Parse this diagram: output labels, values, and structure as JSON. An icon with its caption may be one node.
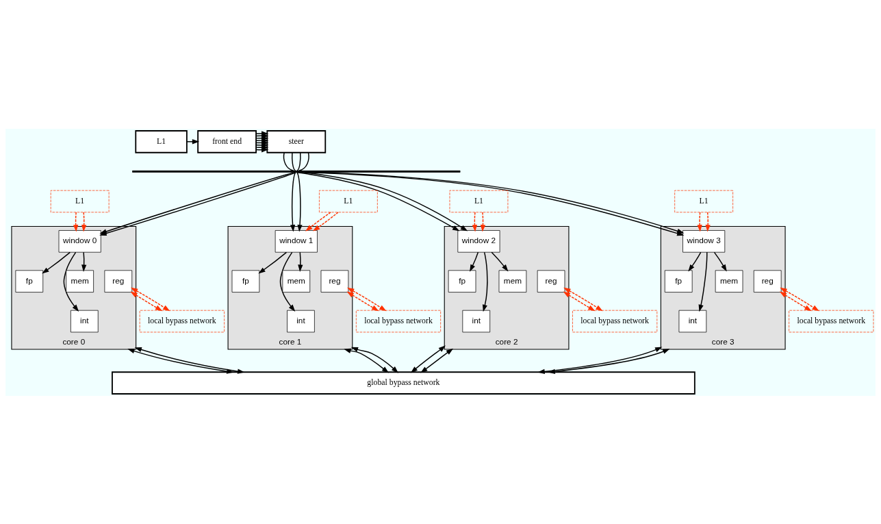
{
  "diagram": {
    "nodes": [
      {
        "text": [
          "L1"
        ]
      },
      {
        "text": [
          "front end"
        ]
      },
      {
        "text": [
          "steer"
        ]
      },
      {
        "text": [],
        "shape": "bar"
      },
      {
        "text": [
          "L1"
        ]
      },
      {
        "text": [
          "L1"
        ]
      },
      {
        "text": [
          "L1"
        ]
      },
      {
        "text": [
          "L1"
        ]
      },
      {
        "text": [
          "core 0"
        ]
      },
      {
        "text": [
          "window 0"
        ],
        "in": 8
      },
      {
        "text": [
          "fp"
        ],
        "in": 8
      },
      {
        "text": [
          "int"
        ],
        "in": 8
      },
      {
        "text": [
          "mem"
        ],
        "in": 8
      },
      {
        "text": [
          "reg"
        ],
        "in": 8
      },
      {
        "text": [
          "core 1"
        ]
      },
      {
        "text": [
          "window 1"
        ],
        "in": 14
      },
      {
        "text": [
          "fp"
        ],
        "in": 14
      },
      {
        "text": [
          "int"
        ],
        "in": 14
      },
      {
        "text": [
          "mem"
        ],
        "in": 14
      },
      {
        "text": [
          "reg"
        ],
        "in": 14
      },
      {
        "text": [
          "core 2"
        ]
      },
      {
        "text": [
          "window 2"
        ],
        "in": 20
      },
      {
        "text": [
          "fp"
        ],
        "in": 20
      },
      {
        "text": [
          "int"
        ],
        "in": 20
      },
      {
        "text": [
          "mem"
        ],
        "in": 20
      },
      {
        "text": [
          "reg"
        ],
        "in": 20
      },
      {
        "text": [
          "core 3"
        ]
      },
      {
        "text": [
          "window 3"
        ],
        "in": 26
      },
      {
        "text": [
          "fp"
        ],
        "in": 26
      },
      {
        "text": [
          "int"
        ],
        "in": 26
      },
      {
        "text": [
          "mem"
        ],
        "in": 26
      },
      {
        "text": [
          "reg"
        ],
        "in": 26
      },
      {
        "text": [
          "local bypass network"
        ]
      },
      {
        "text": [
          "local bypass network"
        ]
      },
      {
        "text": [
          "local bypass network"
        ]
      },
      {
        "text": [
          "local bypass network"
        ]
      },
      {
        "text": [
          "global bypass network"
        ]
      }
    ],
    "edges": [
      {
        "from": 0,
        "to": 1,
        "arrow": "to"
      },
      {
        "from": 1,
        "to": 2,
        "arrow": "to"
      },
      {
        "from": 1,
        "to": 2,
        "arrow": "to"
      },
      {
        "from": 1,
        "to": 2,
        "arrow": "to"
      },
      {
        "from": 1,
        "to": 2,
        "arrow": "to"
      },
      {
        "from": 1,
        "to": 2,
        "arrow": "to"
      },
      {
        "from": 1,
        "to": 2,
        "arrow": "to"
      },
      {
        "from": 1,
        "to": 2,
        "arrow": "to"
      },
      {
        "from": 1,
        "to": 2,
        "arrow": "to"
      },
      {
        "from": 2,
        "to": 3,
        "arrow": "none"
      },
      {
        "from": 2,
        "to": 3,
        "arrow": "none"
      },
      {
        "from": 2,
        "to": 3,
        "arrow": "none"
      },
      {
        "from": 2,
        "to": 3,
        "arrow": "none"
      },
      {
        "from": 3,
        "to": 9,
        "arrow": "to"
      },
      {
        "from": 3,
        "to": 9,
        "arrow": "to"
      },
      {
        "from": 4,
        "to": 9,
        "arrow": "to",
        "style": "dashed",
        "color": "#ff3300"
      },
      {
        "from": 4,
        "to": 9,
        "arrow": "to",
        "style": "dashed",
        "color": "#ff3300"
      },
      {
        "from": 9,
        "to": 10,
        "arrow": "to"
      },
      {
        "from": 9,
        "to": 11,
        "arrow": "to"
      },
      {
        "from": 9,
        "to": 12,
        "arrow": "to"
      },
      {
        "from": 3,
        "to": 15,
        "arrow": "to"
      },
      {
        "from": 3,
        "to": 15,
        "arrow": "to"
      },
      {
        "from": 5,
        "to": 15,
        "arrow": "to",
        "style": "dashed",
        "color": "#ff3300"
      },
      {
        "from": 5,
        "to": 15,
        "arrow": "to",
        "style": "dashed",
        "color": "#ff3300"
      },
      {
        "from": 15,
        "to": 16,
        "arrow": "to"
      },
      {
        "from": 15,
        "to": 17,
        "arrow": "to"
      },
      {
        "from": 15,
        "to": 18,
        "arrow": "to"
      },
      {
        "from": 3,
        "to": 21,
        "arrow": "to"
      },
      {
        "from": 3,
        "to": 21,
        "arrow": "to"
      },
      {
        "from": 6,
        "to": 21,
        "arrow": "to",
        "style": "dashed",
        "color": "#ff3300"
      },
      {
        "from": 6,
        "to": 21,
        "arrow": "to",
        "style": "dashed",
        "color": "#ff3300"
      },
      {
        "from": 21,
        "to": 22,
        "arrow": "to"
      },
      {
        "from": 21,
        "to": 23,
        "arrow": "to"
      },
      {
        "from": 21,
        "to": 24,
        "arrow": "to"
      },
      {
        "from": 3,
        "to": 27,
        "arrow": "to"
      },
      {
        "from": 3,
        "to": 27,
        "arrow": "to"
      },
      {
        "from": 7,
        "to": 27,
        "arrow": "to",
        "style": "dashed",
        "color": "#ff3300"
      },
      {
        "from": 7,
        "to": 27,
        "arrow": "to",
        "style": "dashed",
        "color": "#ff3300"
      },
      {
        "from": 27,
        "to": 28,
        "arrow": "to"
      },
      {
        "from": 27,
        "to": 29,
        "arrow": "to"
      },
      {
        "from": 27,
        "to": 30,
        "arrow": "to"
      },
      {
        "from": 13,
        "to": 32,
        "arrow": "both",
        "style": "dashed",
        "color": "#ff3300"
      },
      {
        "from": 13,
        "to": 32,
        "arrow": "both",
        "style": "dashed",
        "color": "#ff3300"
      },
      {
        "from": 19,
        "to": 33,
        "arrow": "both",
        "style": "dashed",
        "color": "#ff3300"
      },
      {
        "from": 19,
        "to": 33,
        "arrow": "both",
        "style": "dashed",
        "color": "#ff3300"
      },
      {
        "from": 25,
        "to": 34,
        "arrow": "both",
        "style": "dashed",
        "color": "#ff3300"
      },
      {
        "from": 25,
        "to": 34,
        "arrow": "both",
        "style": "dashed",
        "color": "#ff3300"
      },
      {
        "from": 31,
        "to": 35,
        "arrow": "both",
        "style": "dashed",
        "color": "#ff3300"
      },
      {
        "from": 31,
        "to": 35,
        "arrow": "both",
        "style": "dashed",
        "color": "#ff3300"
      },
      {
        "from": 8,
        "to": 36,
        "arrow": "both"
      },
      {
        "from": 8,
        "to": 36,
        "arrow": "both"
      },
      {
        "from": 14,
        "to": 36,
        "arrow": "both"
      },
      {
        "from": 14,
        "to": 36,
        "arrow": "both"
      },
      {
        "from": 20,
        "to": 36,
        "arrow": "both"
      },
      {
        "from": 20,
        "to": 36,
        "arrow": "both"
      },
      {
        "from": 26,
        "to": 36,
        "arrow": "both"
      },
      {
        "from": 26,
        "to": 36,
        "arrow": "both"
      }
    ]
  }
}
